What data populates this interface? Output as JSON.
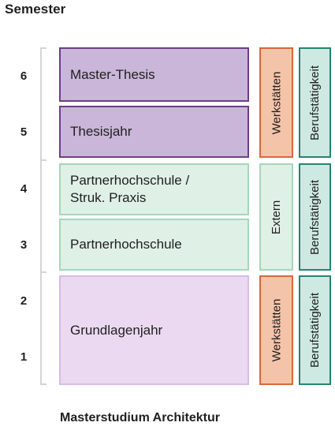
{
  "header": {
    "title": "Semester"
  },
  "footer": {
    "caption": "Masterstudium Architektur"
  },
  "semesters": [
    "6",
    "5",
    "4",
    "3",
    "2",
    "1"
  ],
  "phases": {
    "master_thesis": "Master-Thesis",
    "thesisjahr": "Thesisjahr",
    "partner_praxis_line1": "Partnerhochschule /",
    "partner_praxis_line2": "Struk. Praxis",
    "partnerhochschule": "Partnerhochschule",
    "grundlagenjahr": "Grundlagenjahr"
  },
  "side_labels": {
    "werkstaetten_top": "Werkstätten",
    "extern": "Extern",
    "werkstaetten_bottom": "Werkstätten",
    "beruf_top": "Berufstätigkeit",
    "beruf_middle": "Berufstätigkeit",
    "beruf_bottom": "Berufstätigkeit"
  },
  "colors": {
    "thesis_fill": "#c9b6d8",
    "thesis_border": "#6e3d85",
    "partner_fill": "#dff0e6",
    "partner_border": "#a6d6bb",
    "grund_fill": "#ead9f0",
    "grund_border": "#d6bde4",
    "werkstaetten_fill": "#f4c4aa",
    "werkstaetten_border": "#d9683a",
    "beruf_fill": "#cde9e1",
    "beruf_border": "#268470"
  }
}
